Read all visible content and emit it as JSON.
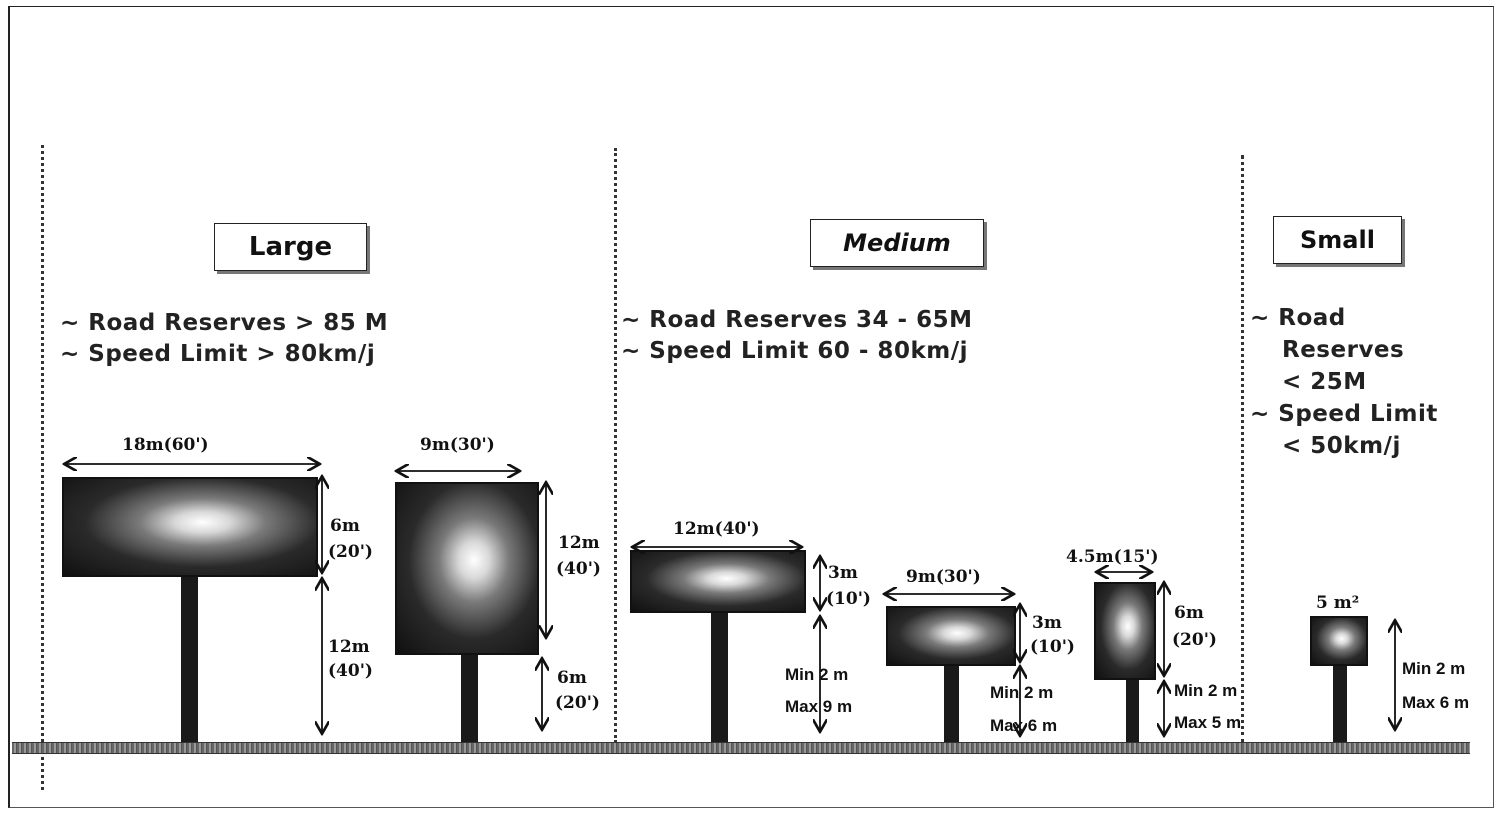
{
  "categories": [
    {
      "title": "Large",
      "criteria": [
        "~ Road Reserves >  85 M",
        "~ Speed Limit > 80km/j"
      ],
      "signs": [
        {
          "width_label": "18m(60')",
          "height_label_1": "6m",
          "height_label_2": "(20')",
          "post_label_1": "12m",
          "post_label_2": "(40')"
        },
        {
          "width_label": "9m(30')",
          "height_label_1": "12m",
          "height_label_2": "(40')",
          "post_label_1": "6m",
          "post_label_2": "(20')"
        }
      ]
    },
    {
      "title": "Medium",
      "criteria": [
        "~ Road Reserves  34 - 65M",
        "~ Speed Limit  60 - 80km/j"
      ],
      "signs": [
        {
          "width_label": "12m(40')",
          "height_label_1": "3m",
          "height_label_2": "(10')",
          "post_min": "Min 2 m",
          "post_max": "Max 9 m"
        },
        {
          "width_label": "9m(30')",
          "height_label_1": "3m",
          "height_label_2": "(10')",
          "post_min": "Min 2 m",
          "post_max": "Max 6 m"
        },
        {
          "width_label": "4.5m(15')",
          "height_label_1": "6m",
          "height_label_2": "(20')",
          "post_min": "Min 2 m",
          "post_max": "Max 5 m"
        }
      ]
    },
    {
      "title": "Small",
      "criteria": [
        "~ Road",
        "Reserves",
        "< 25M",
        "~ Speed Limit",
        "< 50km/j"
      ],
      "signs": [
        {
          "area_label": "5 m²",
          "post_min": "Min 2 m",
          "post_max": "Max 6 m"
        }
      ]
    }
  ]
}
